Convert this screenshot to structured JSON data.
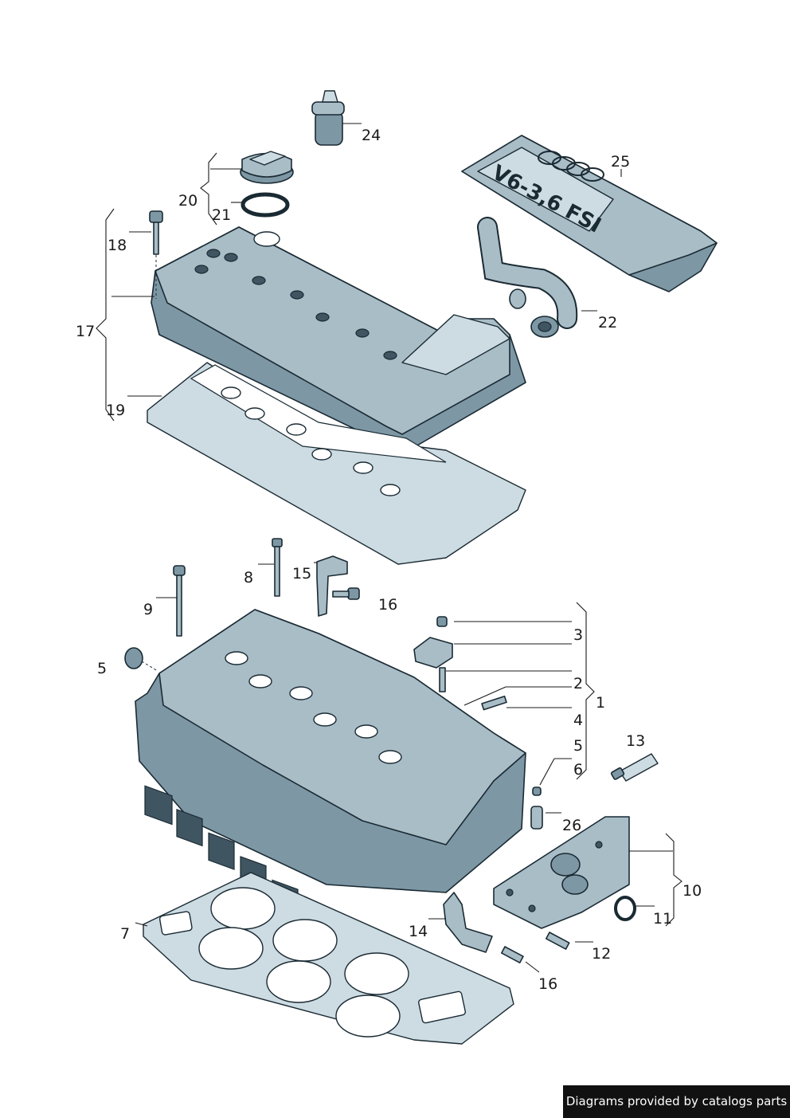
{
  "labels": {
    "l1": "1",
    "l2": "2",
    "l3": "3",
    "l4": "4",
    "l5a": "5",
    "l5b": "5",
    "l6": "6",
    "l7": "7",
    "l8": "8",
    "l9": "9",
    "l10": "10",
    "l11": "11",
    "l12": "12",
    "l13": "13",
    "l14": "14",
    "l15": "15",
    "l16a": "16",
    "l16b": "16",
    "l17": "17",
    "l18": "18",
    "l19": "19",
    "l20": "20",
    "l21": "21",
    "l22": "22",
    "l24": "24",
    "l25": "25",
    "l26": "26"
  },
  "engine_cover_text": "V6-3,6 FSI",
  "credit": "Diagrams provided by catalogs parts",
  "colors": {
    "part_fill": "#a9bdc7",
    "outline": "#1a2a33",
    "credit_bg": "#111111"
  }
}
